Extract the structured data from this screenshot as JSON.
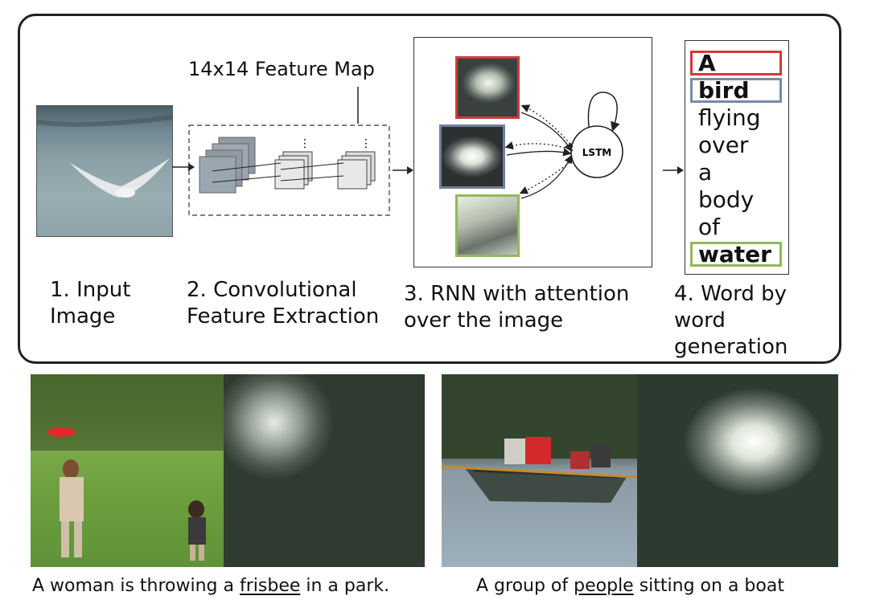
{
  "pipeline": {
    "feature_map_label": "14x14 Feature Map",
    "lstm_label": "LSTM",
    "stages": [
      {
        "id": "input",
        "label": "1. Input\n   Image"
      },
      {
        "id": "conv",
        "label": "2. Convolutional\nFeature Extraction"
      },
      {
        "id": "rnn",
        "label": "3. RNN with attention\n  over the image"
      },
      {
        "id": "word",
        "label": "4. Word by\n  word\n  generation"
      }
    ],
    "words": [
      {
        "text": "A",
        "bold": true,
        "box": "red"
      },
      {
        "text": "bird",
        "bold": true,
        "box": "slate"
      },
      {
        "text": "flying",
        "bold": false,
        "box": null
      },
      {
        "text": "over",
        "bold": false,
        "box": null
      },
      {
        "text": "a",
        "bold": false,
        "box": null
      },
      {
        "text": "body",
        "bold": false,
        "box": null
      },
      {
        "text": "of",
        "bold": false,
        "box": null
      },
      {
        "text": "water",
        "bold": true,
        "box": "green"
      }
    ],
    "colors": {
      "red": "#d23a3a",
      "slate": "#7a8aa8",
      "green": "#8fba5a"
    }
  },
  "examples": [
    {
      "caption_before": "A woman is throwing a ",
      "caption_highlight": "frisbee",
      "caption_after": " in a park."
    },
    {
      "caption_before": "A group of ",
      "caption_highlight": "people",
      "caption_after": " sitting on a boat"
    }
  ]
}
